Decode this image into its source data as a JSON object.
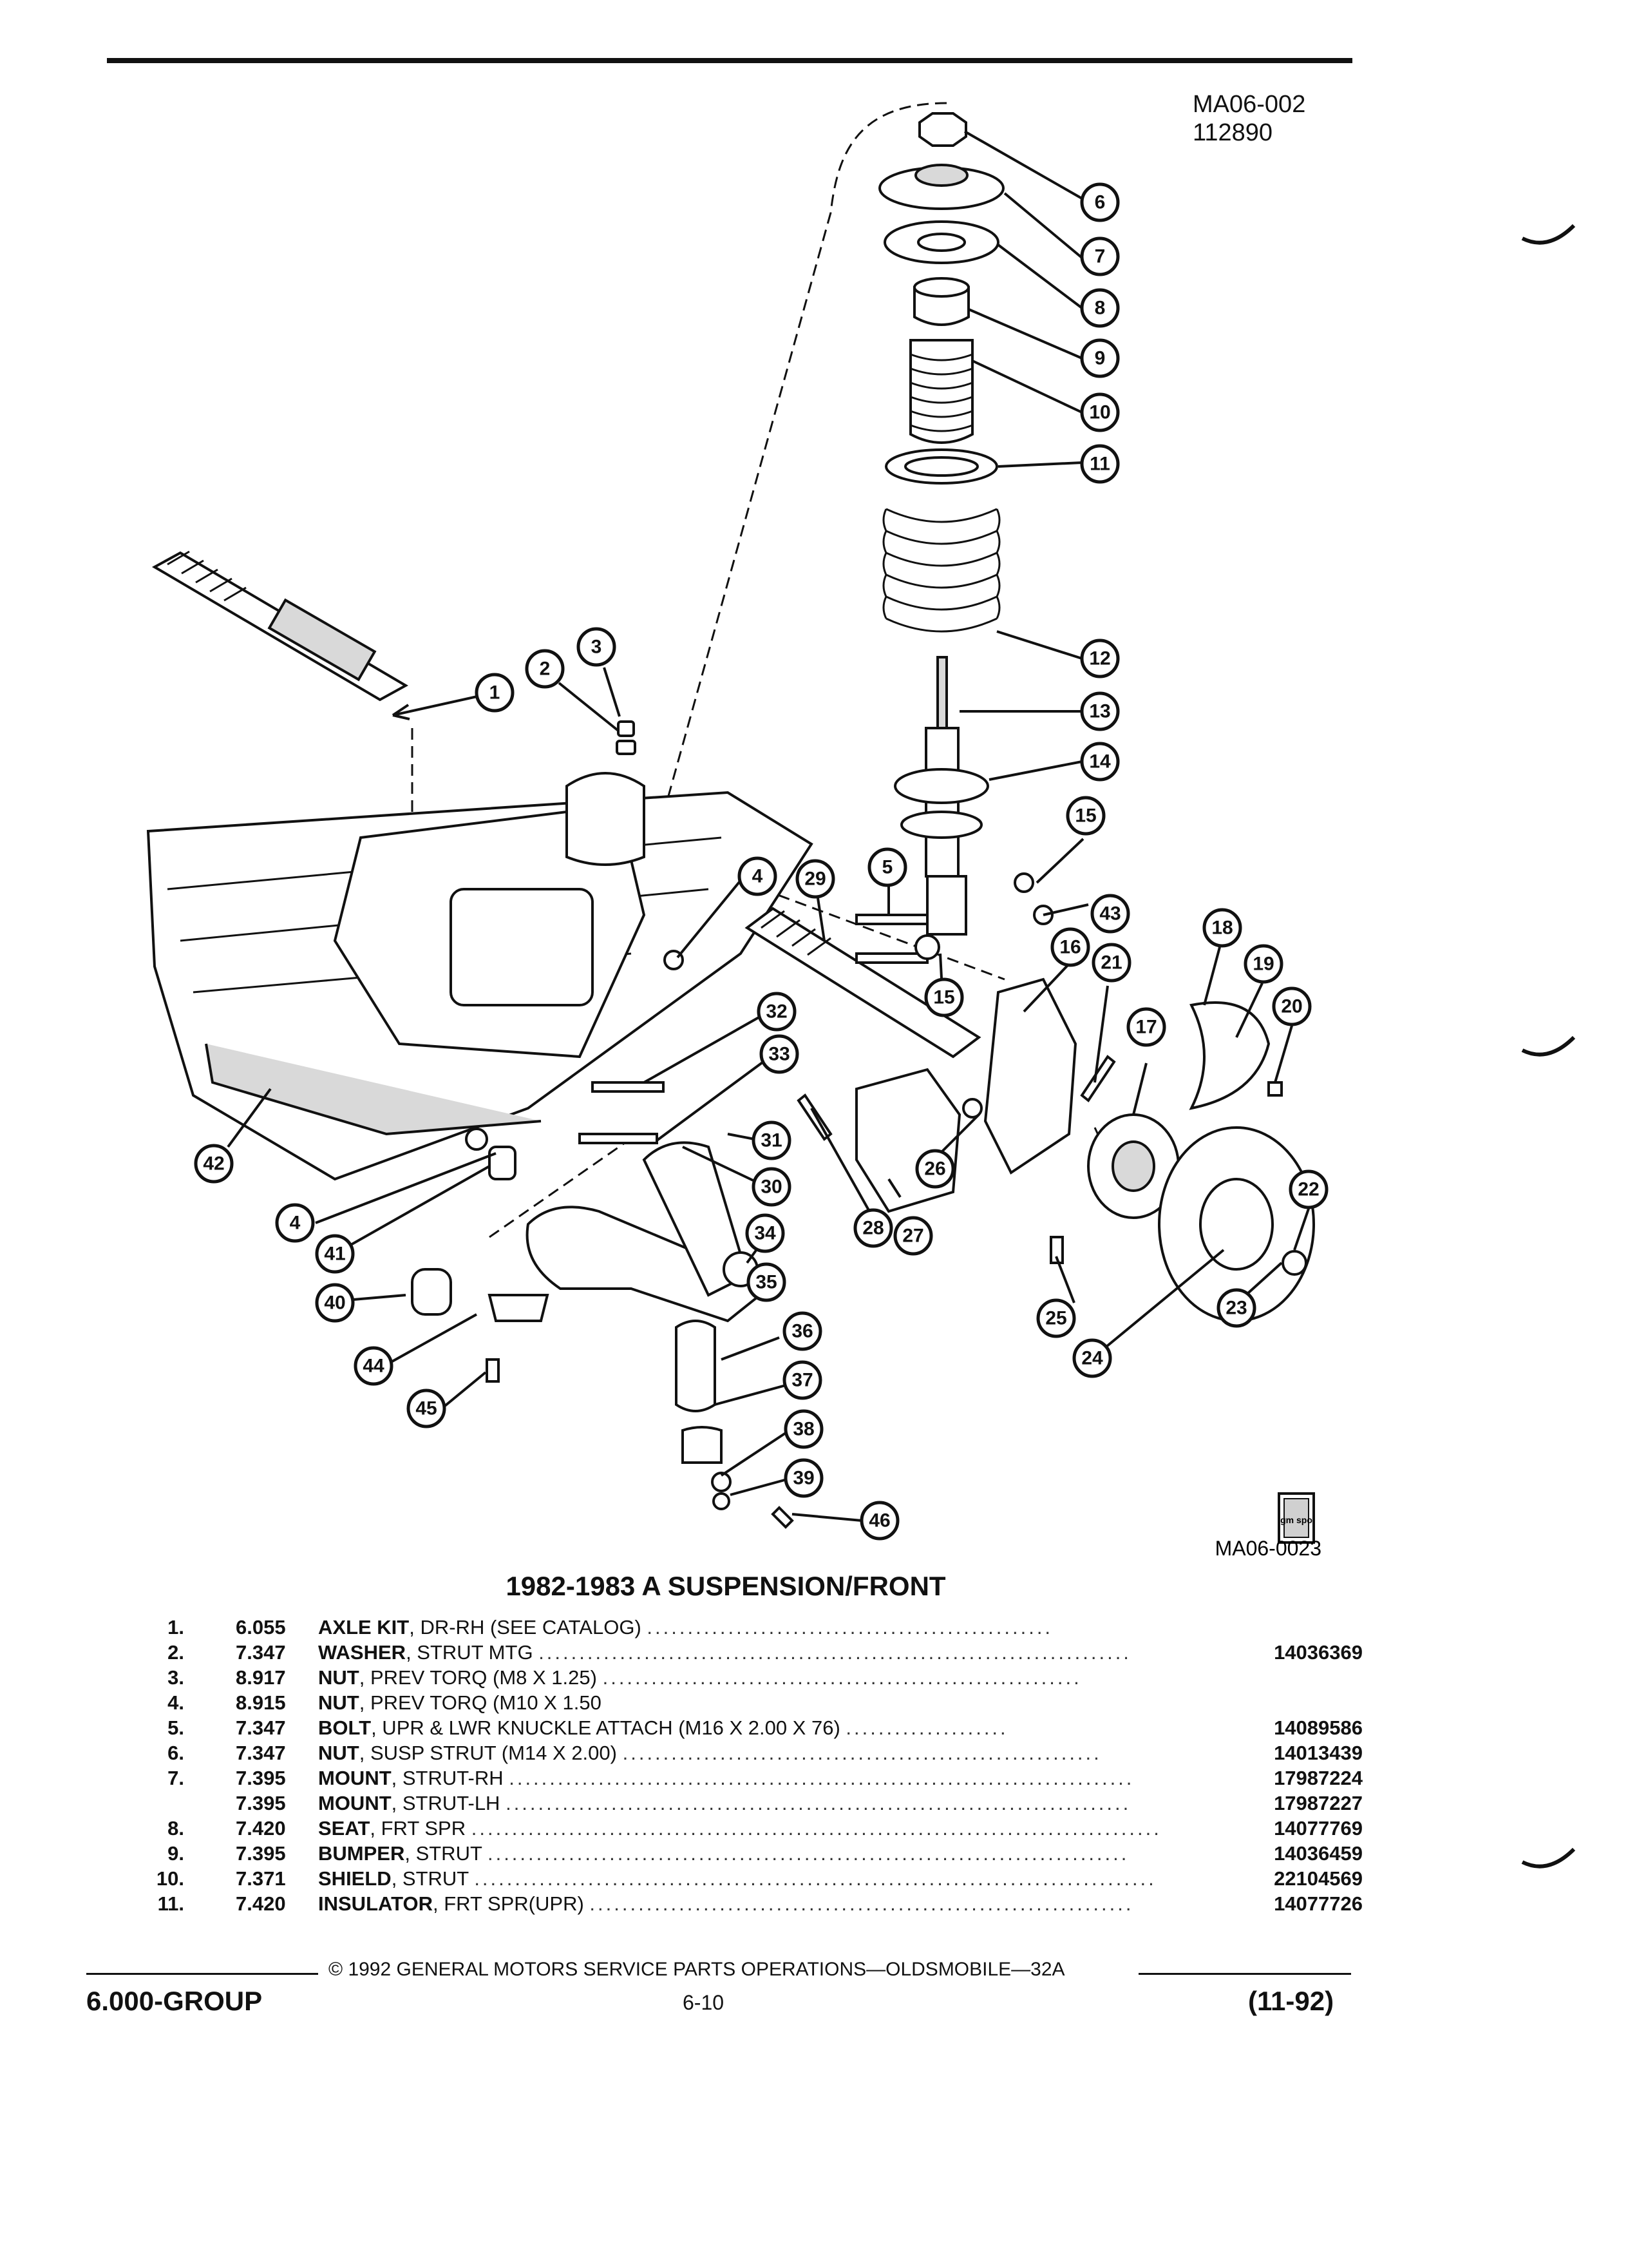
{
  "header": {
    "ref_code": "MA06-002",
    "ref_date": "112890"
  },
  "diagram": {
    "stamp_code": "MA06-0023",
    "stamp_logo_text": "gm spo",
    "callouts": [
      "1",
      "2",
      "3",
      "4",
      "5",
      "6",
      "7",
      "8",
      "9",
      "10",
      "11",
      "12",
      "13",
      "14",
      "15",
      "16",
      "17",
      "18",
      "19",
      "20",
      "21",
      "22",
      "23",
      "24",
      "25",
      "26",
      "27",
      "28",
      "29",
      "30",
      "31",
      "32",
      "33",
      "34",
      "35",
      "36",
      "37",
      "38",
      "39",
      "40",
      "41",
      "42",
      "43",
      "44",
      "45",
      "46"
    ]
  },
  "section_title": "1982-1983 A SUSPENSION/FRONT",
  "parts": [
    {
      "num": "1.",
      "code": "6.055",
      "name": "AXLE KIT",
      "desc": ", DR-RH (SEE CATALOG)",
      "pn": ""
    },
    {
      "num": "2.",
      "code": "7.347",
      "name": "WASHER",
      "desc": ", STRUT MTG",
      "pn": "14036369"
    },
    {
      "num": "3.",
      "code": "8.917",
      "name": "NUT",
      "desc": ", PREV TORQ (M8 X 1.25)",
      "pn": ""
    },
    {
      "num": "4.",
      "code": "8.915",
      "name": "NUT",
      "desc": ", PREV TORQ (M10 X 1.50",
      "pn": ""
    },
    {
      "num": "5.",
      "code": "7.347",
      "name": "BOLT",
      "desc": ", UPR & LWR KNUCKLE ATTACH (M16 X 2.00 X 76)",
      "pn": "14089586"
    },
    {
      "num": "6.",
      "code": "7.347",
      "name": "NUT",
      "desc": ", SUSP STRUT (M14 X 2.00)",
      "pn": "14013439"
    },
    {
      "num": "7.",
      "code": "7.395",
      "name": "MOUNT",
      "desc": ", STRUT-RH",
      "pn": "17987224"
    },
    {
      "num": "",
      "code": "7.395",
      "name": "MOUNT",
      "desc": ", STRUT-LH",
      "pn": "17987227"
    },
    {
      "num": "8.",
      "code": "7.420",
      "name": "SEAT",
      "desc": ", FRT SPR",
      "pn": "14077769"
    },
    {
      "num": "9.",
      "code": "7.395",
      "name": "BUMPER",
      "desc": ", STRUT",
      "pn": "14036459"
    },
    {
      "num": "10.",
      "code": "7.371",
      "name": "SHIELD",
      "desc": ", STRUT",
      "pn": "22104569"
    },
    {
      "num": "11.",
      "code": "7.420",
      "name": "INSULATOR",
      "desc": ", FRT SPR(UPR)",
      "pn": "14077726"
    }
  ],
  "footer": {
    "copyright": "© 1992 GENERAL MOTORS SERVICE PARTS OPERATIONS—OLDSMOBILE—32A",
    "group": "6.000-GROUP",
    "page": "6-10",
    "date": "(11-92)"
  }
}
